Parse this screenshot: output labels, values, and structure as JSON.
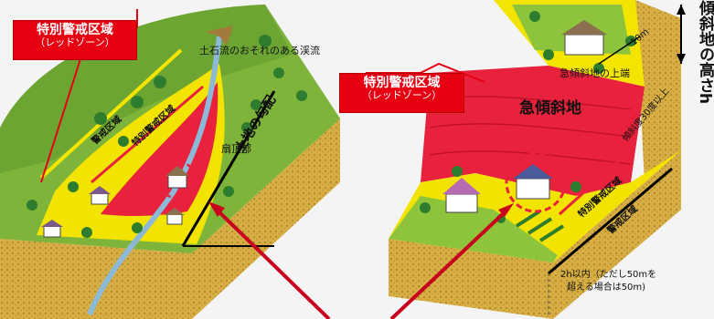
{
  "left": {
    "callout_line1": "特別警戒区域",
    "callout_line2": "（レッドゾーン）",
    "stream_label": "土石流のおそれのある渓流",
    "apex_label": "扇頂部",
    "slope_label": "土地の勾配",
    "warning_area_label": "警戒区域",
    "special_area_label": "特別警戒区域"
  },
  "right": {
    "callout_line1": "特別警戒区域",
    "callout_line2": "（レッドゾーン）",
    "steep_slope_label": "急傾斜地",
    "upper_edge_label": "急傾斜地の上端",
    "ten_m_label": "10m",
    "height_label": "傾斜地の高さh",
    "angle_label": "傾斜度30度以上",
    "special_area_label": "特別警戒区域",
    "warning_area_label": "警戒区域",
    "distance_line1": "2h以内（ただし50mを",
    "distance_line2": "超える場合は50m)"
  },
  "colors": {
    "red_zone": "#e8213c",
    "yellow_zone": "#f5e600",
    "grass": "#8ec43c",
    "soil": "#d8b24a",
    "callout": "#e60012",
    "arrow": "#c8001e"
  }
}
